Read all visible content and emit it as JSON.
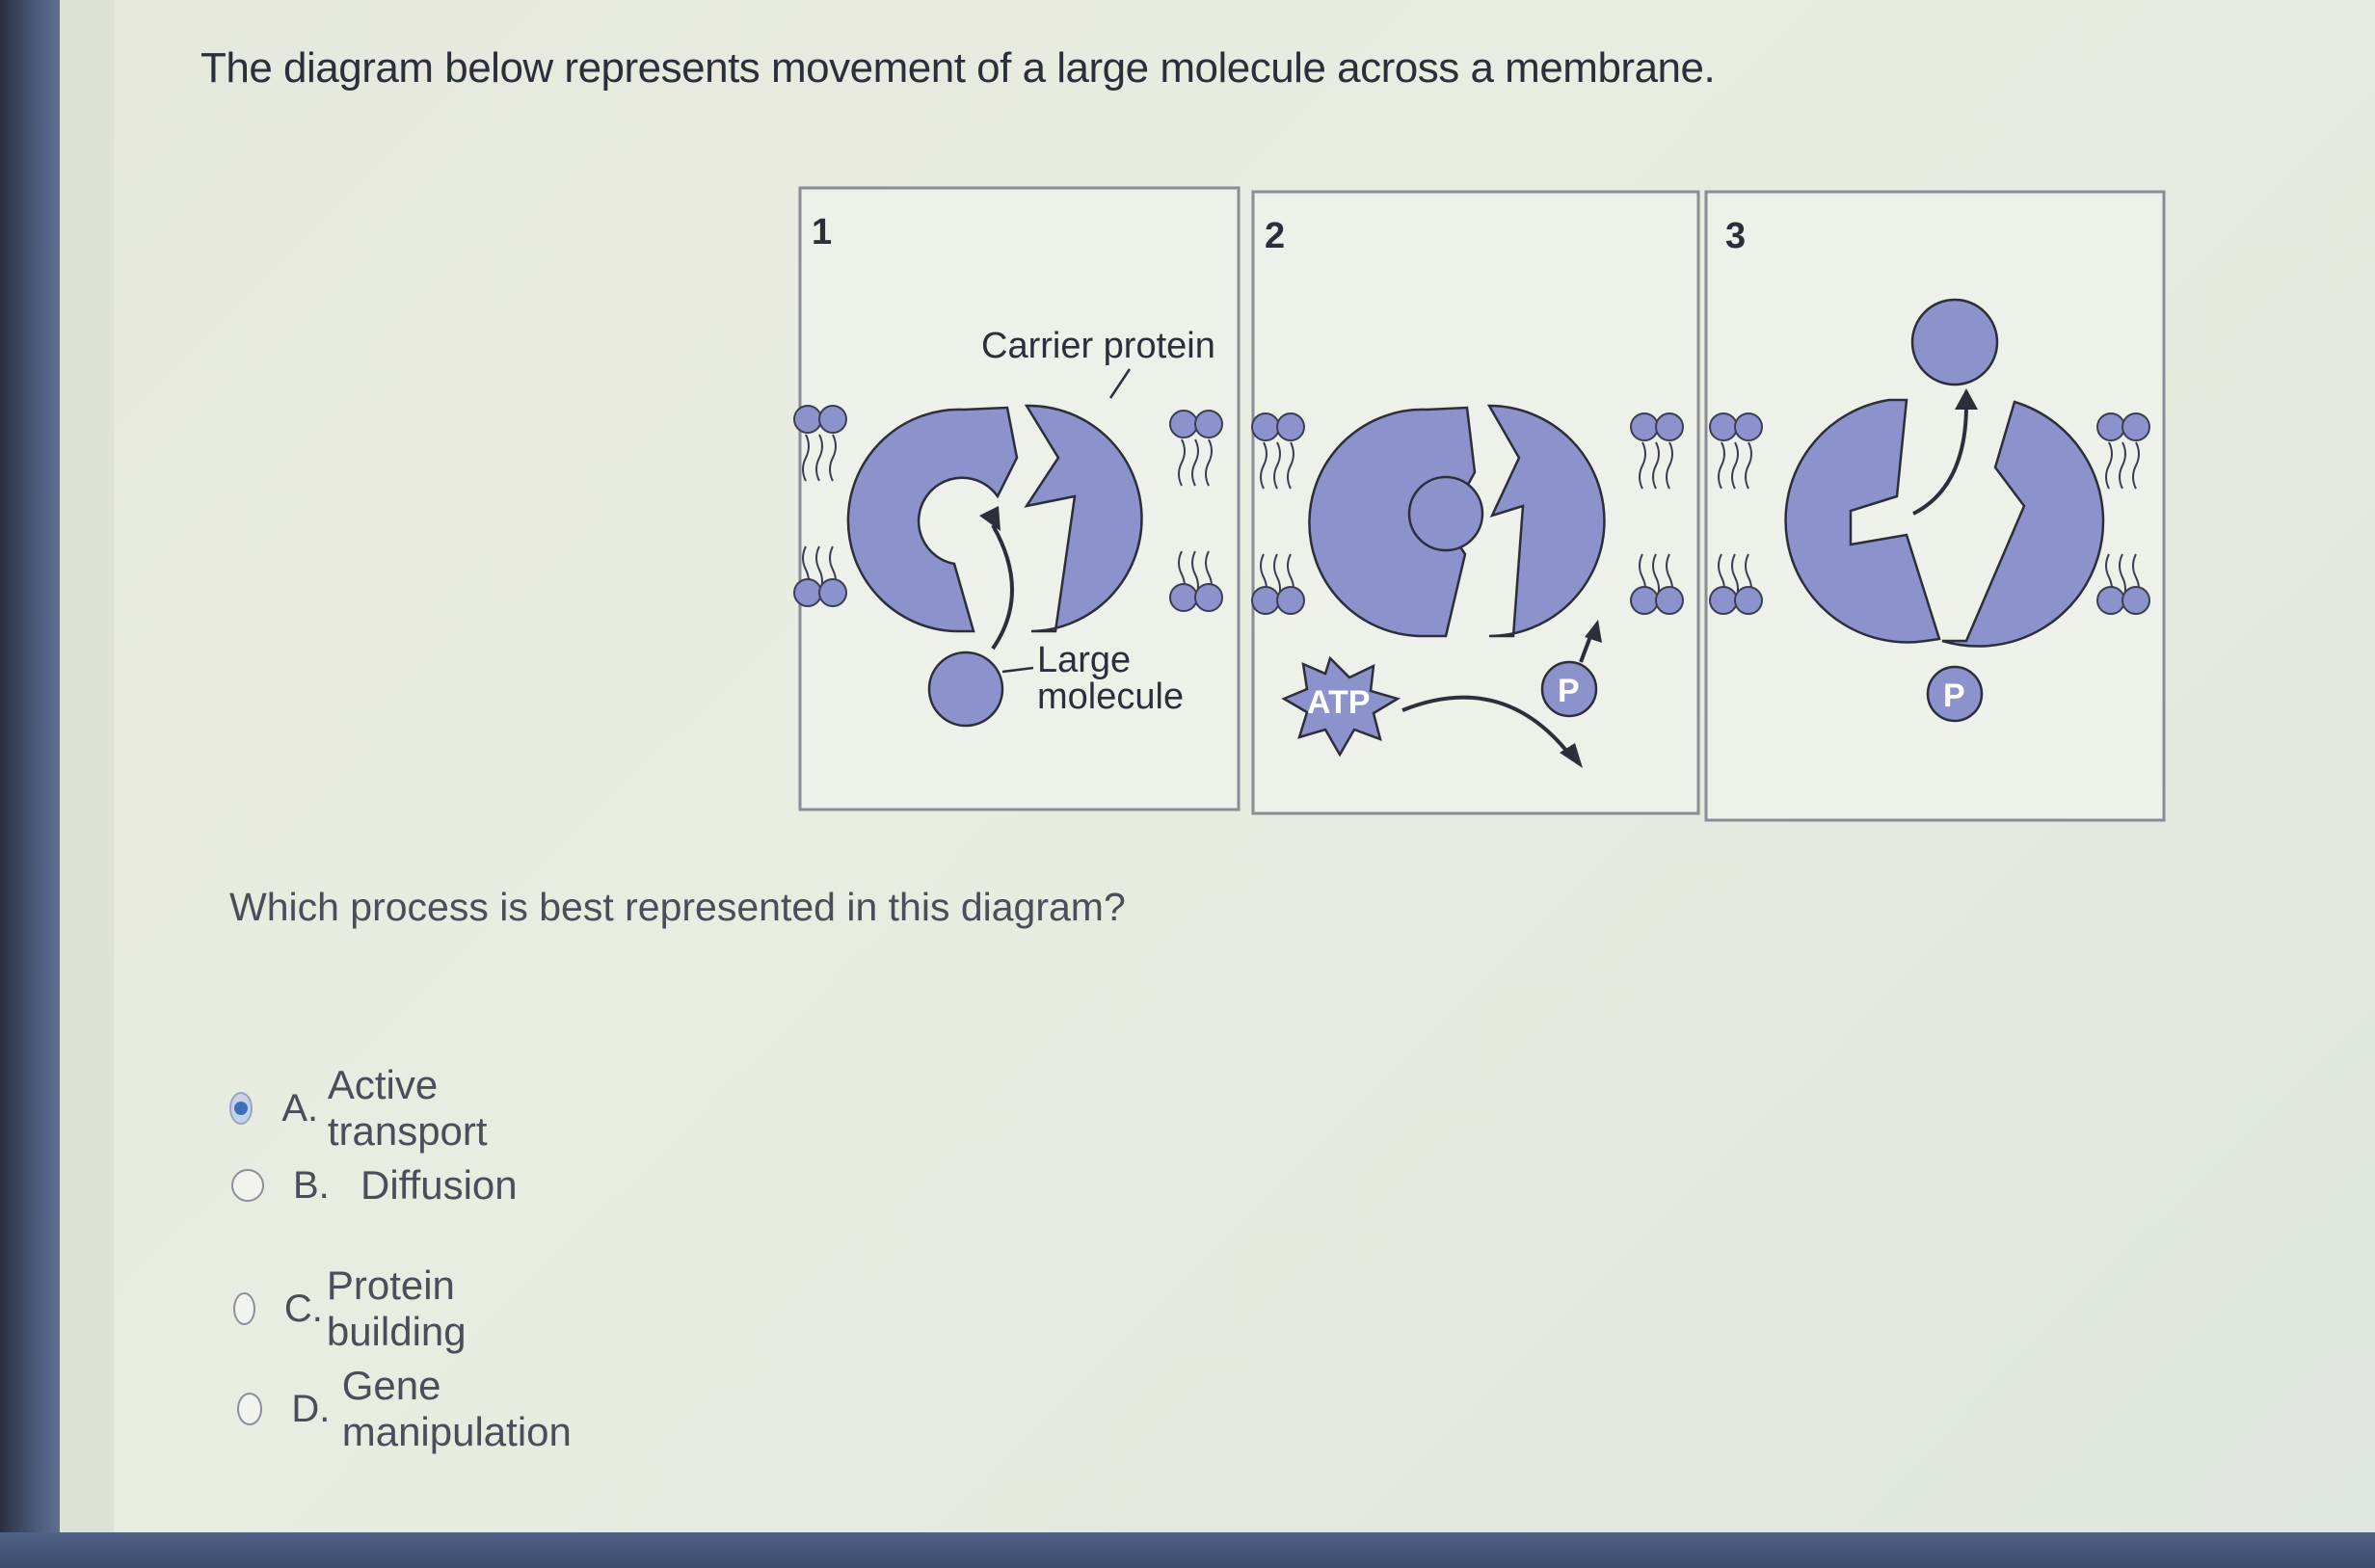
{
  "question": "The diagram below represents movement of a large molecule across a membrane.",
  "diagram": {
    "panels": [
      "1",
      "2",
      "3"
    ],
    "labels": {
      "carrier_protein": "Carrier protein",
      "large_molecule_line1": "Large",
      "large_molecule_line2": "molecule",
      "atp": "ATP",
      "phosphate": "P"
    },
    "colors": {
      "protein": "#8c92cb",
      "lipid_head": "#8c92cb",
      "molecule": "#8c92cb",
      "outline": "#2c2f3a"
    }
  },
  "prompt": "Which process is best represented in this diagram?",
  "options": [
    {
      "letter": "A.",
      "text": "Active transport",
      "selected": true
    },
    {
      "letter": "B.",
      "text": "Diffusion",
      "selected": false
    },
    {
      "letter": "C.",
      "text": "Protein building",
      "selected": false
    },
    {
      "letter": "D.",
      "text": "Gene manipulation",
      "selected": false
    }
  ]
}
